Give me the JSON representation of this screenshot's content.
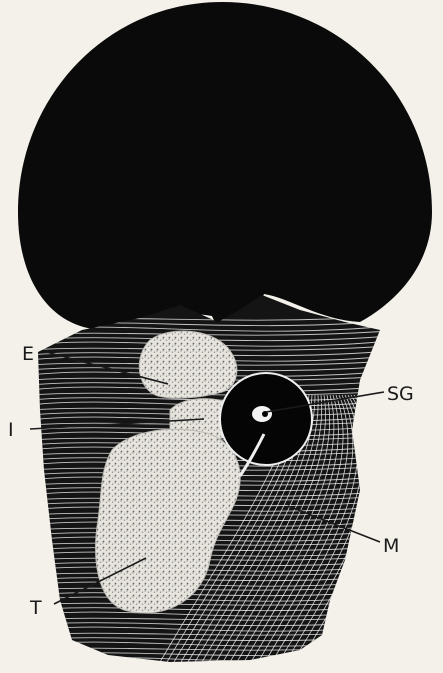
{
  "labels": {
    "E": "E",
    "I": "I",
    "SG": "SG",
    "M": "M",
    "T": "T"
  },
  "colors": {
    "paper": "#f3f1ea",
    "ink": "#0a0a0a",
    "stipple": "#d8d6cf"
  }
}
